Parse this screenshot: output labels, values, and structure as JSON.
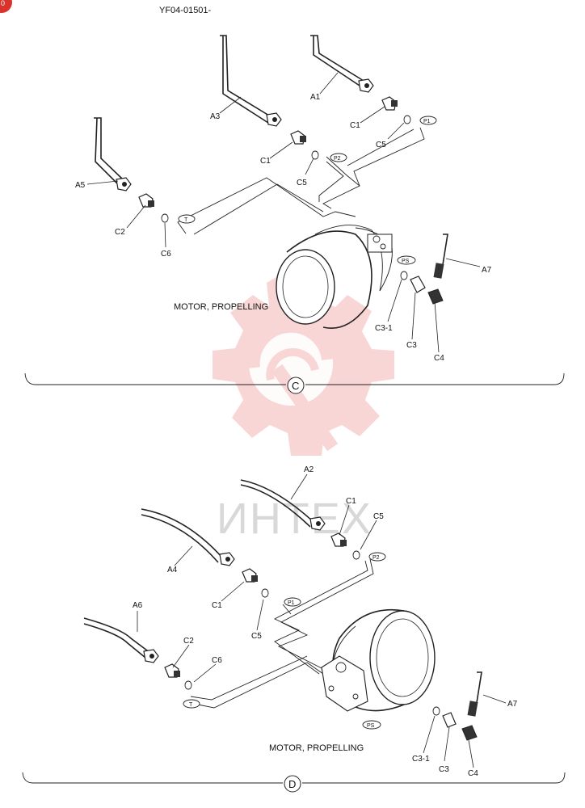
{
  "document": {
    "code": "YF04-01501-",
    "page_badge": "0"
  },
  "watermark": {
    "text": "ИНТЕХ",
    "color": "#f5b5b5"
  },
  "section_c": {
    "title": "MOTOR, PROPELLING",
    "marker": "C",
    "labels": {
      "A1": "A1",
      "A3": "A3",
      "A5": "A5",
      "A7": "A7",
      "C1a": "C1",
      "C1b": "C1",
      "C2": "C2",
      "C3": "C3",
      "C3_1": "C3-1",
      "C4": "C4",
      "C5a": "C5",
      "C5b": "C5",
      "C6": "C6"
    },
    "ports": {
      "P1": "P1",
      "P2": "P2",
      "T": "T",
      "PS": "PS"
    }
  },
  "section_d": {
    "title": "MOTOR, PROPELLING",
    "marker": "D",
    "labels": {
      "A2": "A2",
      "A4": "A4",
      "A6": "A6",
      "A7": "A7",
      "C1a": "C1",
      "C1b": "C1",
      "C2": "C2",
      "C3": "C3",
      "C3_1": "C3-1",
      "C4": "C4",
      "C5a": "C5",
      "C5b": "C5",
      "C6": "C6"
    },
    "ports": {
      "P1": "P1",
      "P2": "P2",
      "T": "T",
      "PS": "PS"
    }
  }
}
